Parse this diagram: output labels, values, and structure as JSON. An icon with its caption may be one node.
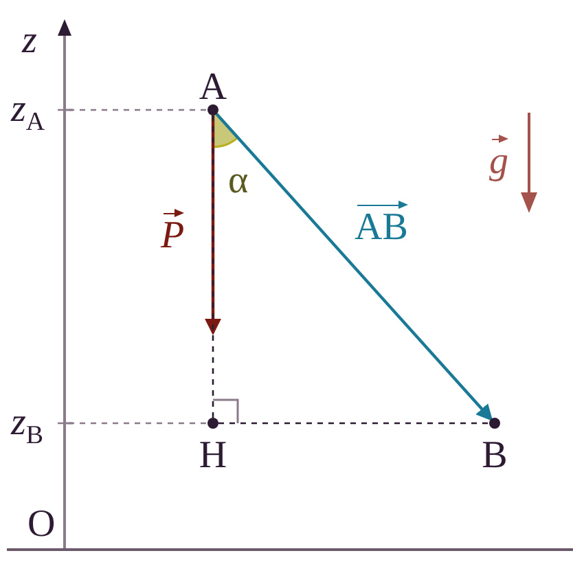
{
  "diagram": {
    "nodes": [
      {
        "text": [
          "A"
        ]
      },
      {
        "text": [
          "H"
        ]
      },
      {
        "text": [
          "B"
        ]
      },
      {
        "text": [
          "z$_{A}$"
        ]
      },
      {
        "text": [
          "z$_{B}$"
        ]
      }
    ],
    "edges": [
      {
        "from": 0,
        "to": 2,
        "arrow": "to",
        "label": "AB",
        "color": "#1a7a96"
      },
      {
        "from": 0,
        "to": null,
        "arrow": "to",
        "label": "P",
        "color": "#7a1a12"
      },
      {
        "from": 0,
        "to": 1,
        "arrow": "none",
        "style": "dashed"
      },
      {
        "from": 1,
        "to": 2,
        "arrow": "none",
        "style": "dashed"
      },
      {
        "from": 3,
        "to": 0,
        "arrow": "none",
        "style": "dashed",
        "color": "#8a7a8a"
      },
      {
        "from": 4,
        "to": 1,
        "arrow": "none",
        "style": "dashed",
        "color": "#8a7a8a"
      }
    ],
    "labels": [
      "z",
      "O",
      "α",
      "g"
    ]
  }
}
